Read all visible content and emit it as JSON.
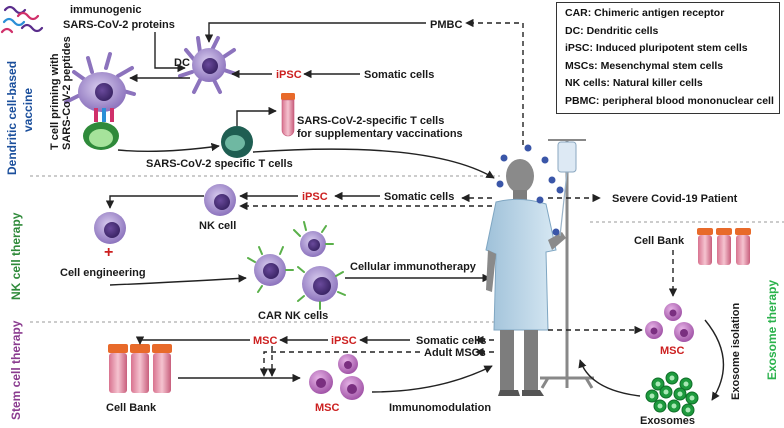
{
  "legend": [
    "CAR: Chimeric antigen receptor",
    "DC: Dendritic cells",
    "iPSC: Induced pluripotent stem cells",
    "MSCs: Mesenchymal stem cells",
    "NK cells: Natural killer cells",
    "PBMC: peripheral blood mononuclear cell"
  ],
  "sections": {
    "dc_vaccine": "Dendritic cell-based vaccine",
    "nk_therapy": "NK cell therapy",
    "stem_therapy": "Stem cell therapy",
    "exosome_therapy": "Exosome  therapy"
  },
  "dc": {
    "immunogenic_l1": "immunogenic",
    "immunogenic_l2": "SARS-CoV-2 proteins",
    "pmbc": "PMBC",
    "dc": "DC",
    "ipsc": "iPSC",
    "somatic": "Somatic cells",
    "priming_l1": "T cell priming with",
    "priming_l2": "SARS-CoV-2 peptides",
    "specific_l1": "SARS-CoV-2-specific T cells",
    "specific_l2": "for supplementary vaccinations",
    "t_cells": "SARS-CoV-2 specific T cells"
  },
  "nk": {
    "ipsc": "iPSC",
    "somatic": "Somatic cells",
    "nk_cell": "NK cell",
    "engineering": "Cell engineering",
    "immuno": "Cellular immunotherapy",
    "car_nk": "CAR NK cells"
  },
  "stem": {
    "msc1": "MSC",
    "ipsc": "iPSC",
    "somatic": "Somatic cells",
    "adult": "Adult MSCs",
    "cell_bank": "Cell Bank",
    "msc2": "MSC",
    "immunomod": "Immunomodulation"
  },
  "patient": {
    "label": "Severe Covid-19 Patient"
  },
  "exosome": {
    "cell_bank": "Cell Bank",
    "msc": "MSC",
    "isolation": "Exosome isolation",
    "exosomes": "Exosomes"
  },
  "colors": {
    "dc_blue": "#1b4f9c",
    "nk_green": "#2f8a3a",
    "stem_purple": "#8a3b8f",
    "exo_green": "#2bb24c",
    "ipsc_red": "#cc1f1f",
    "cell_purple": "#9b85c6",
    "nucleus": "#5b3f8a"
  }
}
